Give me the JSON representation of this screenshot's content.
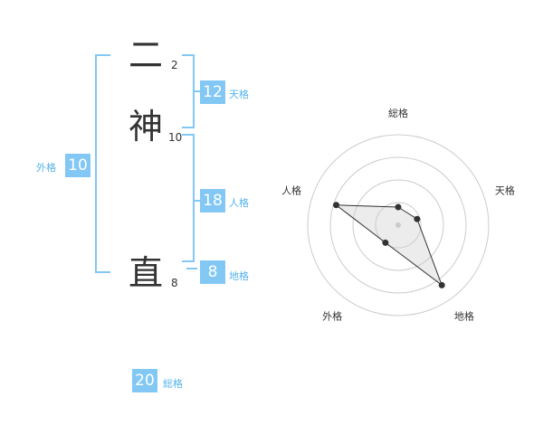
{
  "name": {
    "chars": [
      {
        "char": "二",
        "strokes": "2"
      },
      {
        "char": "神",
        "strokes": "10"
      },
      {
        "char": "直",
        "strokes": "8"
      }
    ]
  },
  "scores": {
    "tenkaku": {
      "value": "12",
      "label": "天格"
    },
    "jinkaku": {
      "value": "18",
      "label": "人格"
    },
    "chikaku": {
      "value": "8",
      "label": "地格"
    },
    "gaikaku": {
      "value": "10",
      "label": "外格"
    },
    "soukaku": {
      "value": "20",
      "label": "総格"
    }
  },
  "colors": {
    "accent": "#83c8f4",
    "label": "#55b3ea",
    "text": "#333333",
    "grid": "#cccccc"
  },
  "chart_data": {
    "type": "radar",
    "axes": [
      "総格",
      "天格",
      "地格",
      "外格",
      "人格"
    ],
    "values": [
      0.2,
      0.22,
      0.82,
      0.24,
      0.72
    ],
    "rings": 4,
    "grid": true
  }
}
